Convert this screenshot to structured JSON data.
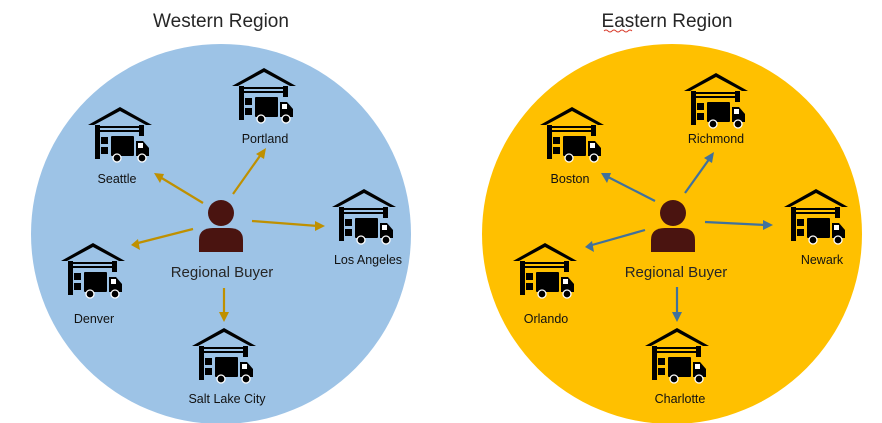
{
  "regions": [
    {
      "title": "Western Region",
      "circle_color": "#9dc3e6",
      "arrow_color": "#bf9000",
      "buyer": {
        "label": "Regional Buyer",
        "icon": "person-icon",
        "color": "#4a1410"
      },
      "sites": [
        {
          "label": "Portland",
          "icon": "warehouse-truck-icon"
        },
        {
          "label": "Seattle",
          "icon": "warehouse-truck-icon"
        },
        {
          "label": "Los Angeles",
          "icon": "warehouse-truck-icon"
        },
        {
          "label": "Denver",
          "icon": "warehouse-truck-icon"
        },
        {
          "label": "Salt Lake City",
          "icon": "warehouse-truck-icon"
        }
      ]
    },
    {
      "title": "Eastern Region",
      "circle_color": "#ffc000",
      "arrow_color": "#41719c",
      "buyer": {
        "label": "Regional Buyer",
        "icon": "person-icon",
        "color": "#4a1410"
      },
      "sites": [
        {
          "label": "Richmond",
          "icon": "warehouse-truck-icon"
        },
        {
          "label": "Boston",
          "icon": "warehouse-truck-icon"
        },
        {
          "label": "Newark",
          "icon": "warehouse-truck-icon"
        },
        {
          "label": "Orlando",
          "icon": "warehouse-truck-icon"
        },
        {
          "label": "Charlotte",
          "icon": "warehouse-truck-icon"
        }
      ]
    }
  ]
}
